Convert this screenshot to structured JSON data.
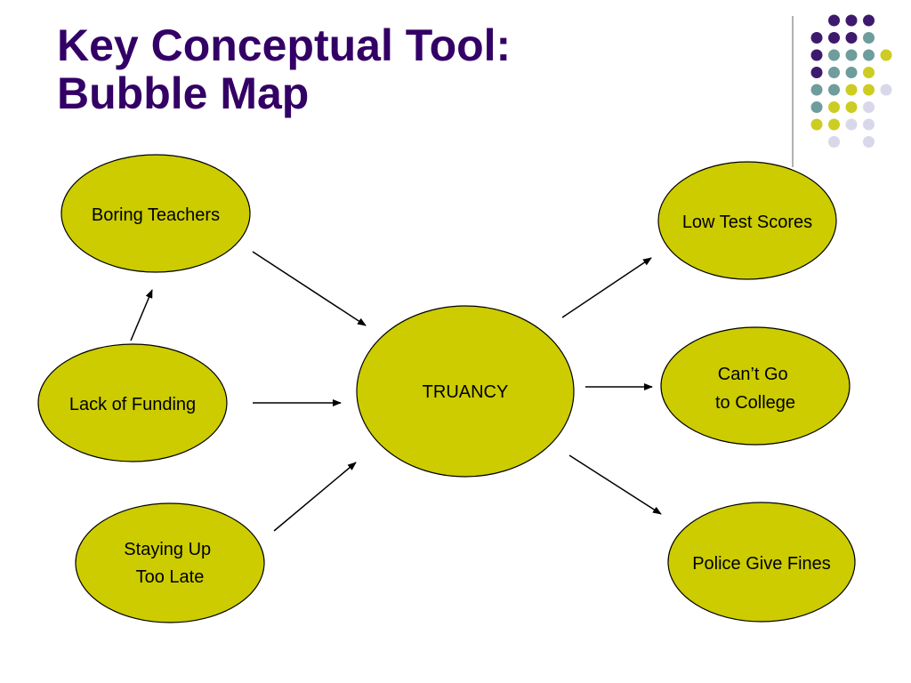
{
  "slide": {
    "title_line1": "Key Conceptual Tool:",
    "title_line2": "Bubble Map"
  },
  "colors": {
    "title": "#330066",
    "bubble_fill": "#cccc00",
    "bubble_stroke": "#000000",
    "dot_purple": "#3d1a6e",
    "dot_teal": "#6f9c9c",
    "dot_yellow": "#cccc22",
    "dot_lavender": "#d8d8ea",
    "divider": "#999999"
  },
  "diagram": {
    "center": {
      "lines": [
        "TRUANCY"
      ]
    },
    "causes": [
      {
        "lines": [
          "Boring Teachers"
        ]
      },
      {
        "lines": [
          "Lack of Funding"
        ]
      },
      {
        "lines": [
          "Staying Up",
          "Too Late"
        ]
      }
    ],
    "effects": [
      {
        "lines": [
          "Low Test Scores"
        ]
      },
      {
        "lines": [
          "Can’t Go",
          "to College"
        ]
      },
      {
        "lines": [
          "Police Give Fines"
        ]
      }
    ]
  }
}
